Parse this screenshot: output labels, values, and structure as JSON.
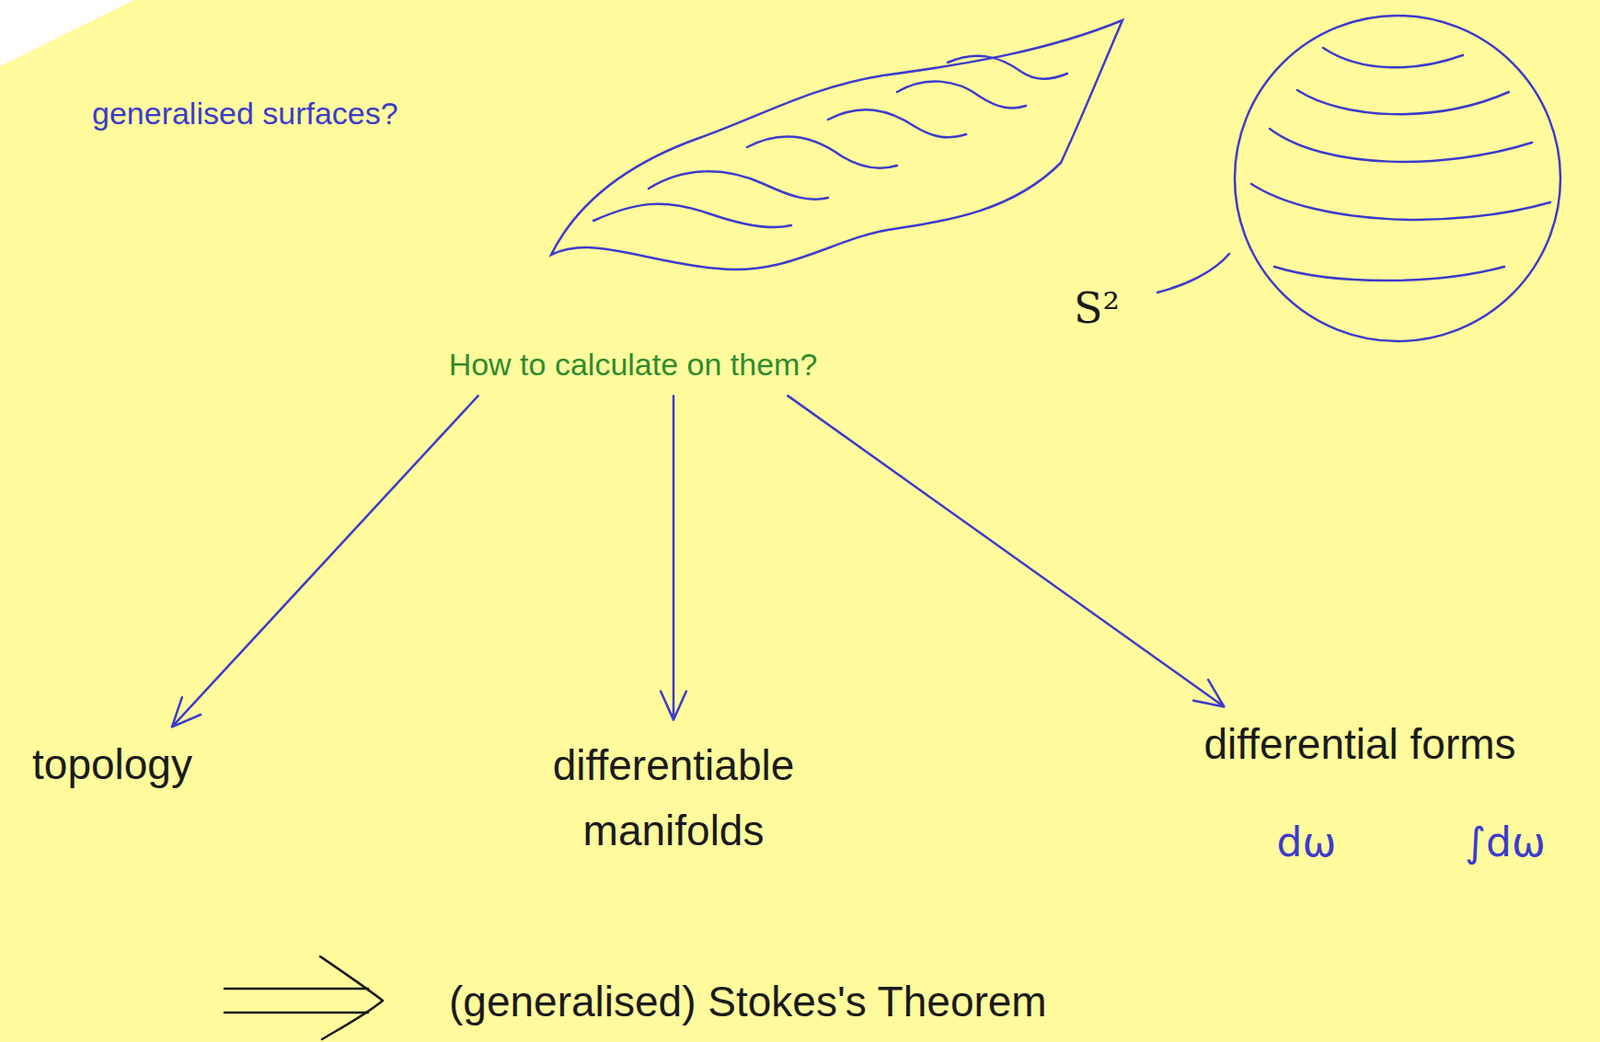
{
  "diagram": {
    "nodes": [
      {
        "text": [
          "How to calculate on them?"
        ]
      },
      {
        "text": [
          "topology"
        ]
      },
      {
        "text": [
          "differentiable manifolds"
        ]
      },
      {
        "text": [
          "differential forms"
        ]
      }
    ],
    "edges": [
      {
        "from": 0,
        "to": 1,
        "arrow": "to"
      },
      {
        "from": 0,
        "to": 2,
        "arrow": "to"
      },
      {
        "from": 0,
        "to": 3,
        "arrow": "to"
      }
    ],
    "labels": [
      "generalised surfaces?",
      "S²",
      "dω",
      "∫dω",
      "(generalised) Stokes's Theorem"
    ]
  }
}
